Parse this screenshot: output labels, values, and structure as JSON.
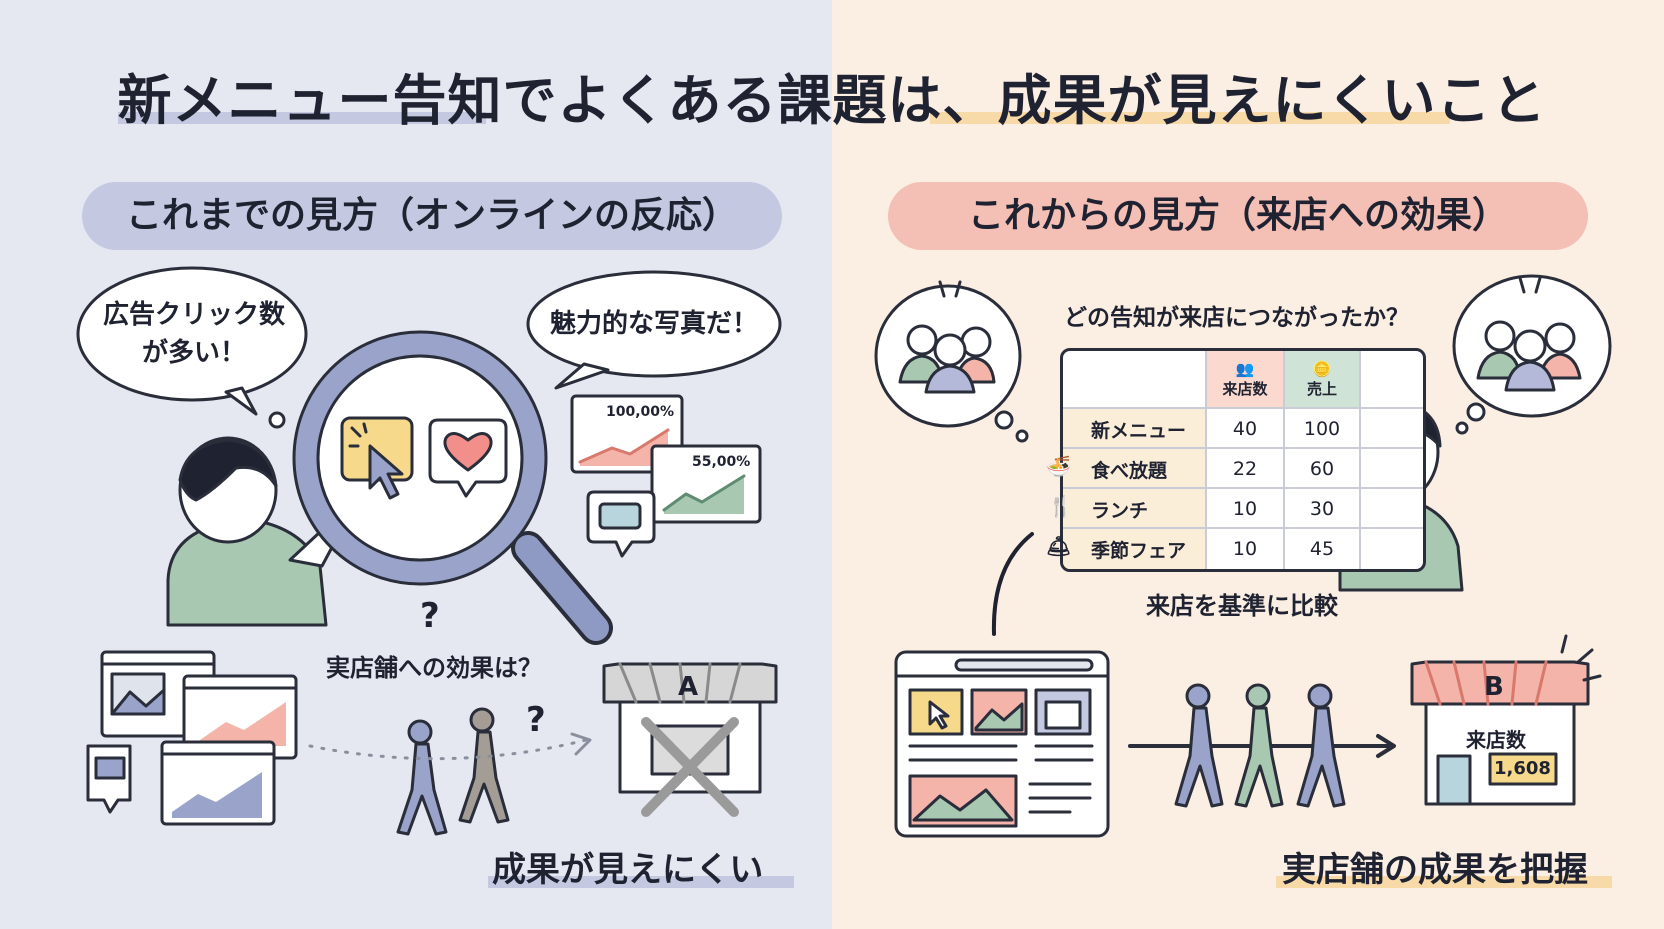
{
  "title": "新メニュー告知でよくある課題は、成果が見えにくいこと",
  "left": {
    "heading": "これまでの見方（オンラインの反応）",
    "bubble1": [
      "広告クリック数",
      "が多い！"
    ],
    "bubble2": "魅力的な写真だ！",
    "chart_pct1": "100,00%",
    "chart_pct2": "55,00%",
    "question": "実店舗への効果は？",
    "store_letter": "A",
    "conclusion": "成果が見えにくい"
  },
  "right": {
    "heading": "これからの見方（来店への効果）",
    "table_caption": "どの告知が来店につながったか？",
    "table": {
      "col_visits": "来店数",
      "col_sales": "売上",
      "rows": [
        {
          "name": "新メニュー",
          "visits": "40",
          "sales": "100",
          "icon": "none"
        },
        {
          "name": "食べ放題",
          "visits": "22",
          "sales": "60",
          "icon": "bowl-icon"
        },
        {
          "name": "ランチ",
          "visits": "10",
          "sales": "30",
          "icon": "fork-knife-icon"
        },
        {
          "name": "季節フェア",
          "visits": "10",
          "sales": "45",
          "icon": "cloche-icon"
        }
      ]
    },
    "compare_label": "来店を基準に比較",
    "store_letter": "B",
    "store_label": "来店数",
    "store_count": "1,608",
    "conclusion": "実店舗の成果を把握"
  },
  "colors": {
    "left_bg": "#e6e8f1",
    "right_bg": "#fbeee3",
    "left_pill": "#c4c9e1",
    "right_pill": "#f4bfb4",
    "table_visits_col": "#fcd9cf",
    "table_sales_col": "#cfe3d6"
  }
}
